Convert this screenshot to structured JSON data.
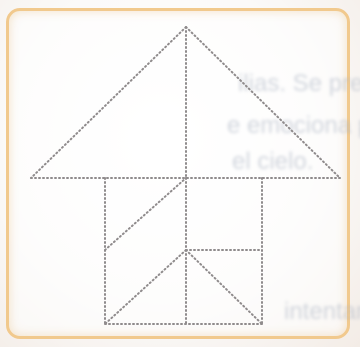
{
  "background_text": {
    "line1": "ilias. Se pregunta",
    "line2": "e emociona porque",
    "line3": "el cielo.",
    "line4": "intentan el dia?"
  },
  "colors": {
    "frame_border": "#f1c98d",
    "dotted_outline": "#8f8b8c",
    "ghost_text": "#aeb6c4"
  }
}
